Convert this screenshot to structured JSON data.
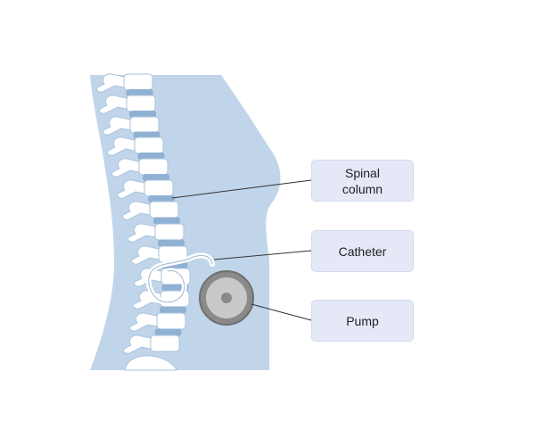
{
  "labels": {
    "spinal_column": "Spinal\ncolumn",
    "catheter": "Catheter",
    "pump": "Pump"
  },
  "colors": {
    "body": "#c1d5ea",
    "disc": "#8fb1d3",
    "vertebra": "#ffffff",
    "vertebra_outline": "#aac3dc",
    "label_fill": "#e4e8f7",
    "pump_rim": "#8a8a8a",
    "pump_face": "#c9c9c9",
    "pump_center": "#8a8a8a",
    "leader_line": "#333333"
  },
  "icons": {
    "pump": "circular-pump-icon",
    "catheter": "catheter-tube"
  }
}
